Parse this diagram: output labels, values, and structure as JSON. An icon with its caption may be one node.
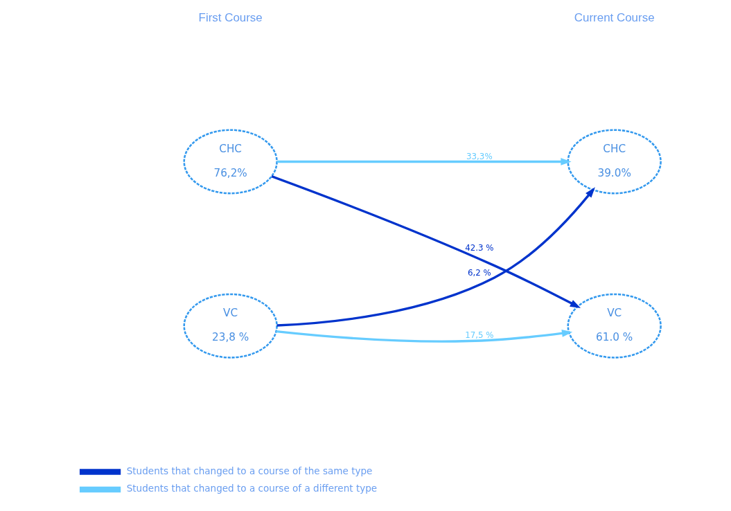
{
  "diagram": {
    "nodes": [
      {
        "text": [
          "CHC",
          "76,2%"
        ]
      },
      {
        "text": [
          "VC",
          "23,8 %"
        ]
      },
      {
        "text": [
          "CHC",
          "39.0%"
        ]
      },
      {
        "text": [
          "VC",
          "61.0 %"
        ]
      }
    ],
    "edges": [
      {
        "from": 0,
        "to": 2,
        "arrow": "to",
        "label": "33,3%",
        "color": "#66ccff"
      },
      {
        "from": 0,
        "to": 3,
        "arrow": "to",
        "label": "42.3 %",
        "color": "#0033cc"
      },
      {
        "from": 1,
        "to": 2,
        "arrow": "to",
        "label": "6,2 %",
        "color": "#0033cc"
      },
      {
        "from": 1,
        "to": 3,
        "arrow": "to",
        "label": "17,5 %",
        "color": "#66ccff"
      }
    ],
    "labels": [
      "First Course",
      "Current Course"
    ],
    "legend": [
      {
        "text": "Students that changed to a course of the same type",
        "color": "#0033cc"
      },
      {
        "text": "Students that changed to a course of a different type",
        "color": "#66ccff"
      }
    ]
  }
}
